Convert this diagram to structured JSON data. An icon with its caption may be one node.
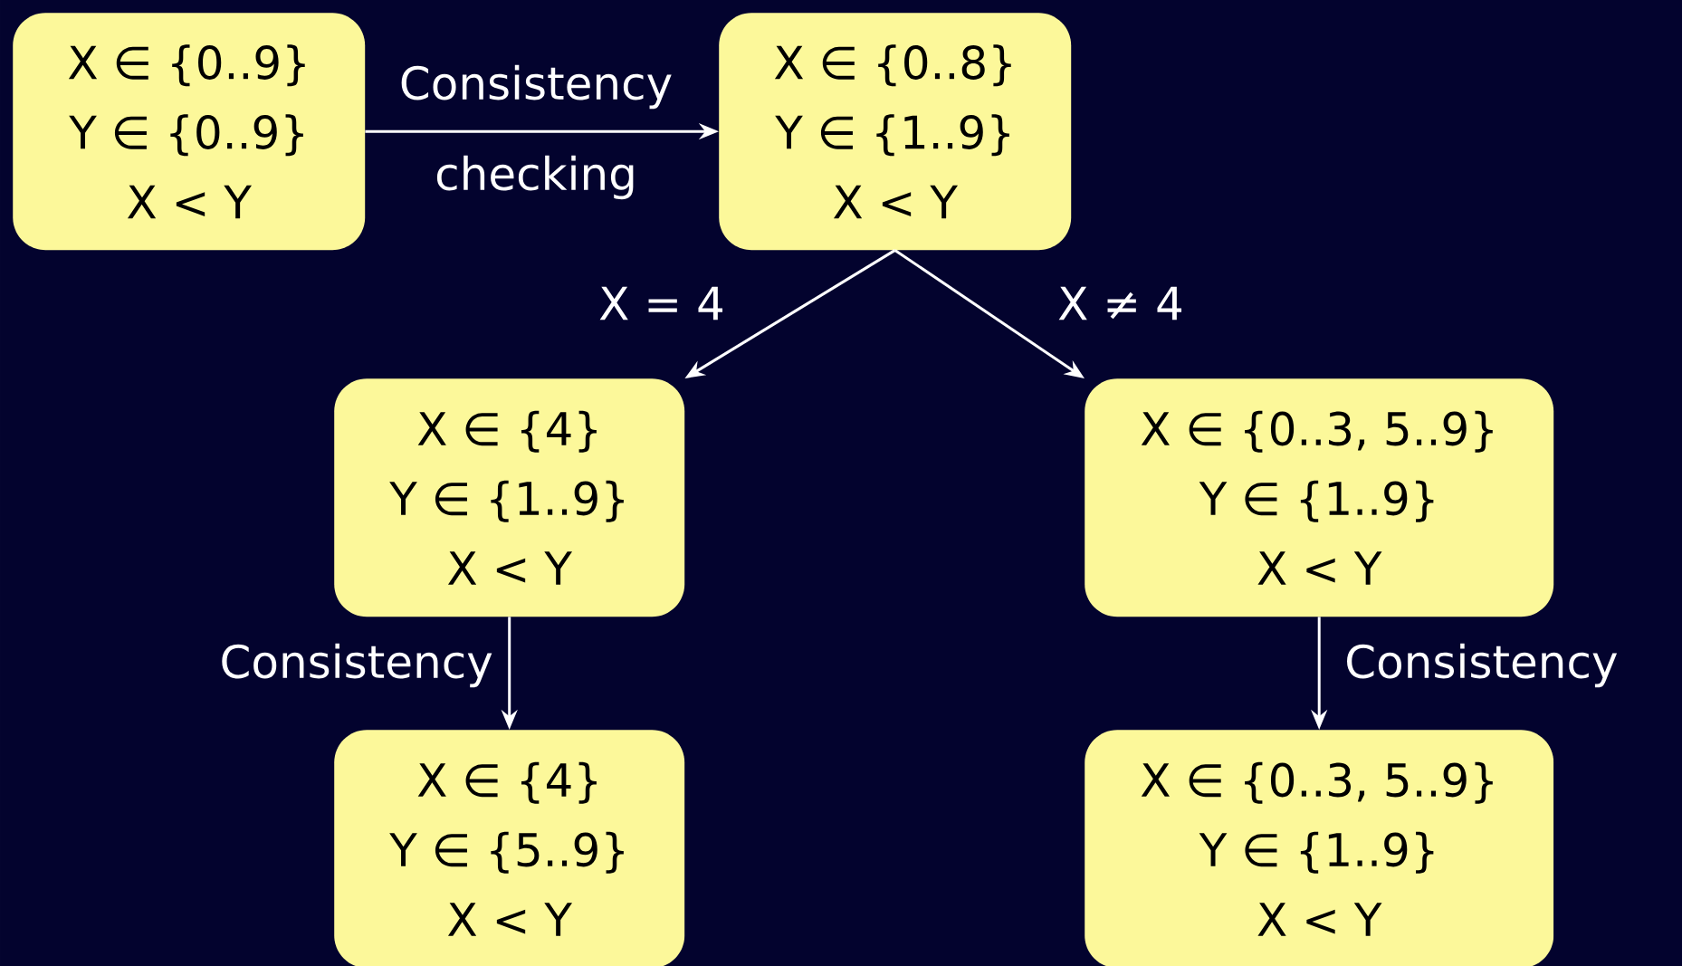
{
  "diagram": {
    "nodes": [
      {
        "text": [
          "X ∈ {0..9}",
          "Y ∈ {0..9}",
          "X < Y"
        ]
      },
      {
        "text": [
          "X ∈ {0..8}",
          "Y ∈ {1..9}",
          "X < Y"
        ]
      },
      {
        "text": [
          "X ∈ {4}",
          "Y ∈ {1..9}",
          "X < Y"
        ]
      },
      {
        "text": [
          "X ∈ {0..3, 5..9}",
          "Y ∈ {1..9}",
          "X < Y"
        ]
      },
      {
        "text": [
          "X ∈ {4}",
          "Y ∈ {5..9}",
          "X < Y"
        ]
      },
      {
        "text": [
          "X ∈ {0..3, 5..9}",
          "Y ∈ {1..9}",
          "X < Y"
        ]
      }
    ],
    "edges": [
      {
        "from": 0,
        "to": 1,
        "arrow": "to",
        "label": "Consistency checking"
      },
      {
        "from": 1,
        "to": 2,
        "arrow": "to",
        "label": "X = 4"
      },
      {
        "from": 1,
        "to": 3,
        "arrow": "to",
        "label": "X ≠ 4"
      },
      {
        "from": 2,
        "to": 4,
        "arrow": "to",
        "label": "Consistency"
      },
      {
        "from": 3,
        "to": 5,
        "arrow": "to",
        "label": "Consistency"
      }
    ]
  }
}
